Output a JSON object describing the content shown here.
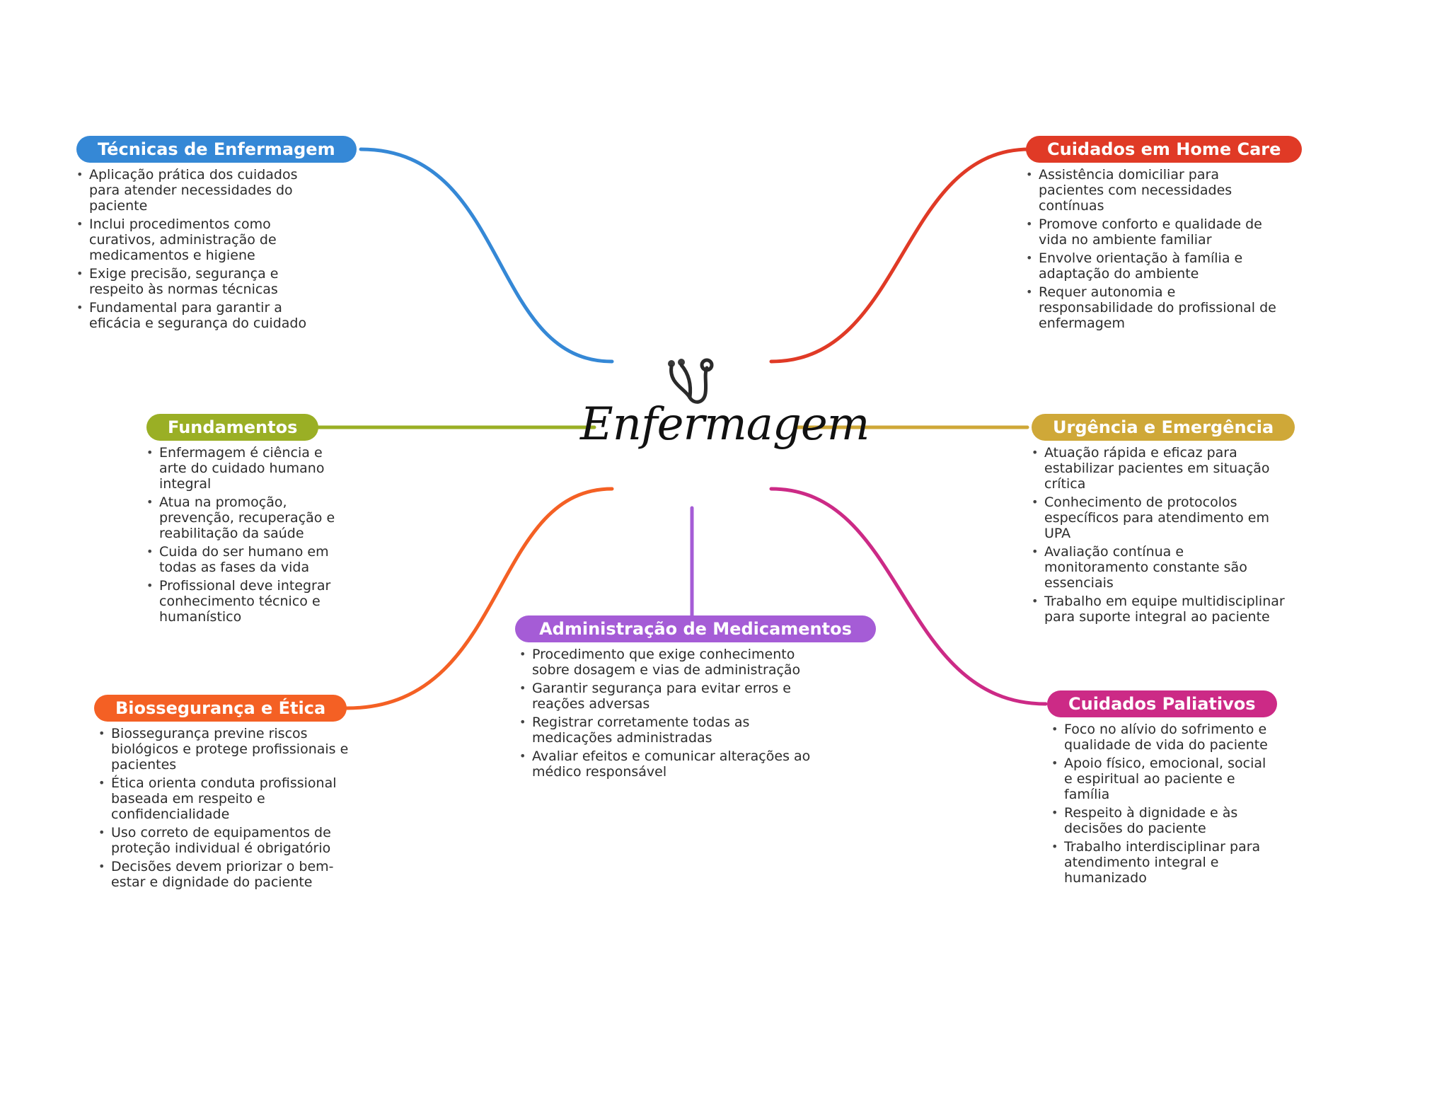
{
  "center": {
    "title": "Enfermagem",
    "icon": "stethoscope-icon"
  },
  "branches": [
    {
      "key": "tecnicas",
      "title": "Técnicas de Enfermagem",
      "color": "#3588D6",
      "items": [
        "Aplicação prática dos cuidados para atender necessidades do paciente",
        "Inclui procedimentos como curativos, administração de medicamentos e higiene",
        "Exige precisão, segurança e respeito às normas técnicas",
        "Fundamental para garantir a eficácia e segurança do cuidado"
      ]
    },
    {
      "key": "homecare",
      "title": "Cuidados em Home Care",
      "color": "#E03A26",
      "items": [
        "Assistência domiciliar para pacientes com necessidades contínuas",
        "Promove conforto e qualidade de vida no ambiente familiar",
        "Envolve orientação à família e adaptação do ambiente",
        "Requer autonomia e responsabilidade do profissional de enfermagem"
      ]
    },
    {
      "key": "fundamentos",
      "title": "Fundamentos",
      "color": "#9AAF25",
      "items": [
        "Enfermagem é ciência e arte do cuidado humano integral",
        "Atua na promoção, prevenção, recuperação e reabilitação da saúde",
        "Cuida do ser humano em todas as fases da vida",
        "Profissional deve integrar conhecimento técnico e humanístico"
      ]
    },
    {
      "key": "urgencia",
      "title": "Urgência e Emergência",
      "color": "#CFA838",
      "items": [
        "Atuação rápida e eficaz para estabilizar pacientes em situação crítica",
        "Conhecimento de protocolos específicos para atendimento em UPA",
        "Avaliação contínua e monitoramento constante são essenciais",
        "Trabalho em equipe multidisciplinar para suporte integral ao paciente"
      ]
    },
    {
      "key": "administracao",
      "title": "Administração de Medicamentos",
      "color": "#A55CD6",
      "items": [
        "Procedimento que exige conhecimento sobre dosagem e vias de administração",
        "Garantir segurança para evitar erros e reações adversas",
        "Registrar corretamente todas as medicações administradas",
        "Avaliar efeitos e comunicar alterações ao médico responsável"
      ]
    },
    {
      "key": "biosseguranca",
      "title": "Biossegurança e Ética",
      "color": "#F46024",
      "items": [
        "Biossegurança previne riscos biológicos e protege profissionais e pacientes",
        "Ética orienta conduta profissional baseada em respeito e confidencialidade",
        "Uso correto de equipamentos de proteção individual é obrigatório",
        "Decisões devem priorizar o bem-estar e dignidade do paciente"
      ]
    },
    {
      "key": "paliativos",
      "title": "Cuidados Paliativos",
      "color": "#CC2A86",
      "items": [
        "Foco no alívio do sofrimento e qualidade de vida do paciente",
        "Apoio físico, emocional, social e espiritual ao paciente e família",
        "Respeito à dignidade e às decisões do paciente",
        "Trabalho interdisciplinar para atendimento integral e humanizado"
      ]
    }
  ]
}
